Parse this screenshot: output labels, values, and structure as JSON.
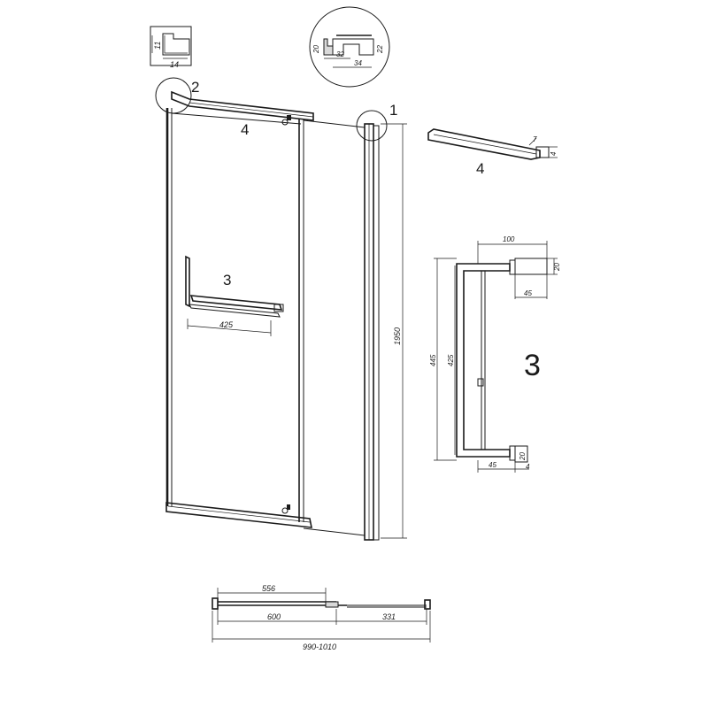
{
  "labels": {
    "callout_1": "1",
    "callout_2": "2",
    "part_4_door": "4",
    "part_3_door": "3",
    "part_4_detail": "4",
    "part_3_detail": "3"
  },
  "dimensions": {
    "height": "1950",
    "handle_width": "425",
    "detail2_h": "11",
    "detail2_w": "14",
    "detail1_left": "20",
    "detail1_right": "22",
    "detail1_w1": "32",
    "detail1_w2": "34",
    "bar_end": "7",
    "bar_end_small": "4",
    "handle_top": "100",
    "handle_block_h_top": "20",
    "handle_block_w_top": "45",
    "handle_outer_h": "445",
    "handle_inner_h": "425",
    "handle_block_h_bot": "20",
    "handle_block_w_bot": "45",
    "handle_block_t": "4",
    "plan_door": "556",
    "plan_panel": "600",
    "plan_fixed": "331",
    "plan_total": "990-1010"
  }
}
